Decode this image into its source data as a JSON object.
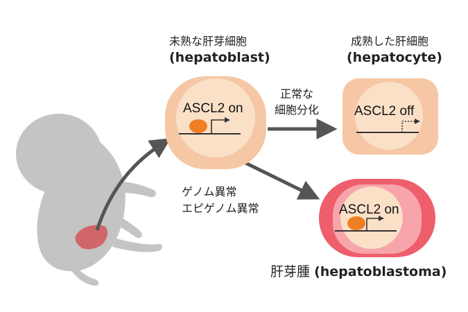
{
  "immature": {
    "ja": "未熟な肝芽細胞",
    "en": "(hepatoblast)",
    "gene": "ASCL2 on"
  },
  "mature": {
    "ja": "成熟した肝細胞",
    "en": "(hepatocyte)",
    "gene": "ASCL2 off"
  },
  "tumor": {
    "ja": "肝芽腫",
    "en": "(hepatoblastoma)",
    "gene": "ASCL2 on"
  },
  "normal_path": {
    "line1": "正常な",
    "line2": "細胞分化"
  },
  "abnormal_path": {
    "line1": "ゲノム異常",
    "line2": "エピゲノム異常"
  },
  "colors": {
    "cell_outer": "#f6c7a5",
    "nucleus": "#fbe0c8",
    "tumor_outer": "#ee5e6b",
    "tumor_inner": "#f7a5aa",
    "gene_marker": "#ee7f22",
    "arrow": "#555555",
    "embryo": "#c4c4c4",
    "liver": "#d1666a"
  }
}
